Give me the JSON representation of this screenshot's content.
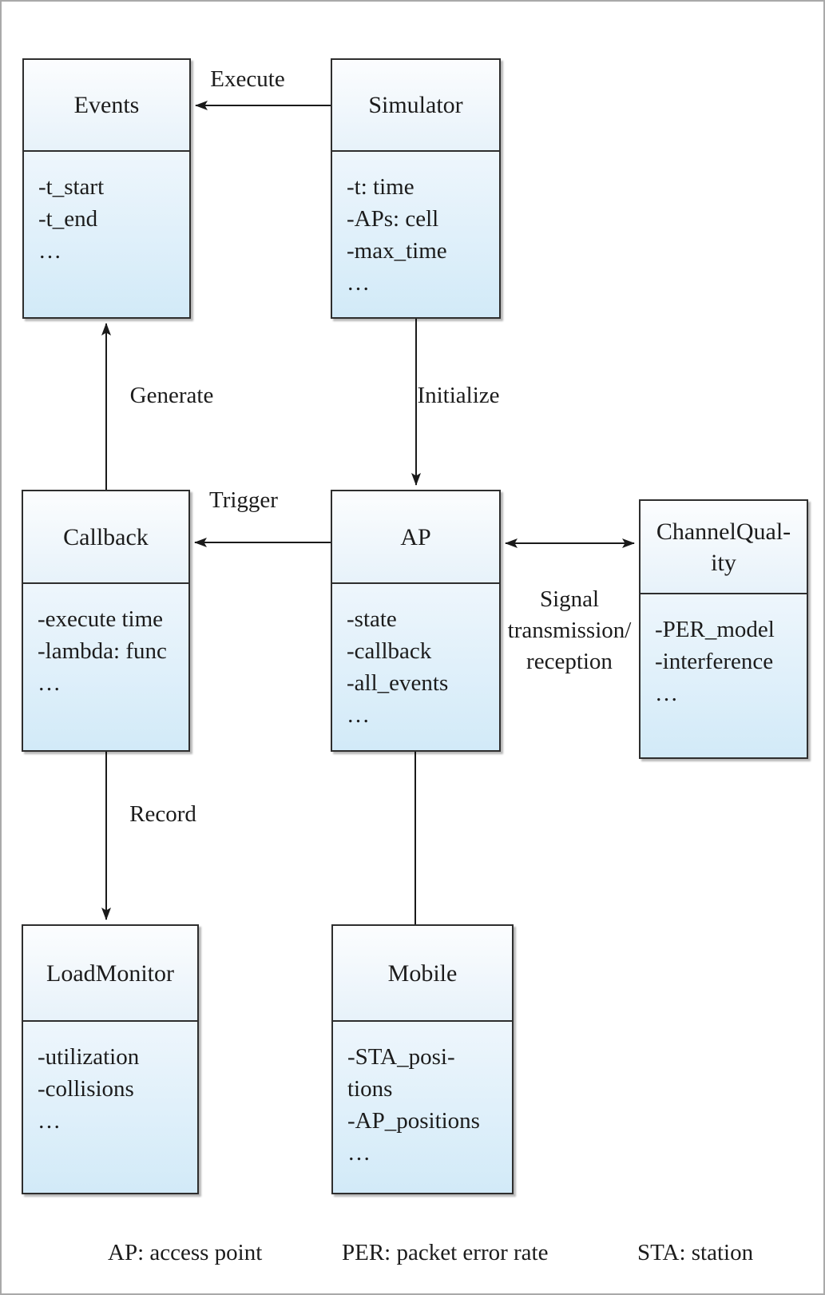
{
  "diagram": {
    "classes": [
      {
        "id": "events",
        "title": "Events",
        "attributes": [
          "-t_start",
          "-t_end",
          "…"
        ]
      },
      {
        "id": "simulator",
        "title": "Simulator",
        "attributes": [
          "-t: time",
          "-APs: cell",
          "-max_time",
          "…"
        ]
      },
      {
        "id": "callback",
        "title": "Callback",
        "attributes": [
          "-execute time",
          "-lambda: func",
          "…"
        ]
      },
      {
        "id": "ap",
        "title": "AP",
        "attributes": [
          "-state",
          "-callback",
          "-all_events",
          "…"
        ]
      },
      {
        "id": "channelquality",
        "title": "ChannelQual-\nity",
        "attributes": [
          "-PER_model",
          "-interference",
          "…"
        ]
      },
      {
        "id": "loadmonitor",
        "title": "LoadMonitor",
        "attributes": [
          "-utilization",
          "-collisions",
          "…"
        ]
      },
      {
        "id": "mobile",
        "title": "Mobile",
        "attributes": [
          "-STA_posi-\ntions",
          "-AP_positions",
          "…"
        ]
      }
    ],
    "edges": [
      {
        "from": "simulator",
        "to": "events",
        "label": "Execute",
        "type": "arrow"
      },
      {
        "from": "callback",
        "to": "events",
        "label": "Generate",
        "type": "arrow"
      },
      {
        "from": "simulator",
        "to": "ap",
        "label": "Initialize",
        "type": "arrow"
      },
      {
        "from": "ap",
        "to": "callback",
        "label": "Trigger",
        "type": "arrow"
      },
      {
        "from": "ap",
        "to": "channelquality",
        "label": "Signal\ntransmission/\nreception",
        "type": "double-arrow"
      },
      {
        "from": "callback",
        "to": "loadmonitor",
        "label": "Record",
        "type": "arrow"
      },
      {
        "from": "ap",
        "to": "mobile",
        "label": "",
        "type": "line"
      }
    ],
    "legend": {
      "ap": "AP: access point",
      "per": "PER: packet error rate",
      "sta": "STA: station"
    },
    "colors": {
      "box_border": "#2e2e2e",
      "title_gradient_top": "#fcfdfe",
      "title_gradient_bottom": "#e7f2fa",
      "attrs_gradient_top": "#eef6fc",
      "attrs_gradient_bottom": "#d2eaf8",
      "line": "#1a1a1a",
      "frame": "#a9a9a9",
      "text": "#1c1c1c"
    }
  }
}
